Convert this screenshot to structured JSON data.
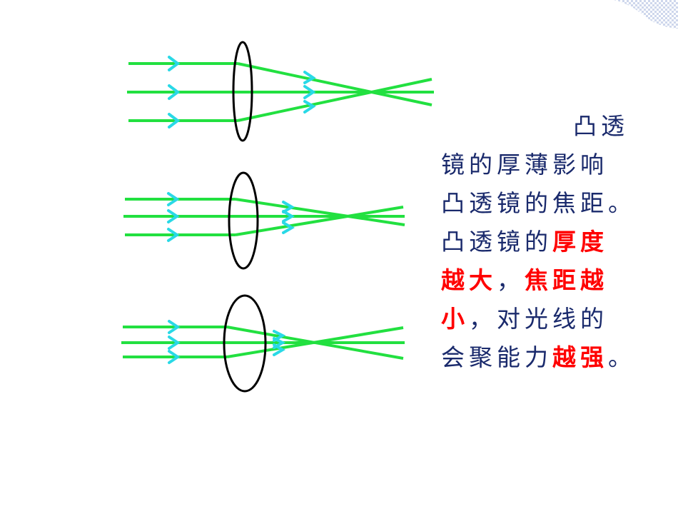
{
  "colors": {
    "ray": "#22e040",
    "arrow": "#29d9e6",
    "lens": "#000000",
    "text": "#1a2a6c",
    "highlight": "#ff0000"
  },
  "text": {
    "line1": "凸透",
    "line2": "镜的厚薄影响",
    "line3": "凸透镜的焦距。",
    "line4a": "凸透镜的",
    "line4b": "厚度",
    "line5a": "越大",
    "line5b": "，",
    "line5c": "焦距越",
    "line6a": "小",
    "line6b": "，对光线的",
    "line7a": "会聚能力",
    "line7b": "越强",
    "line7c": "。"
  },
  "lenses": [
    {
      "name": "thin",
      "thickness": "thin"
    },
    {
      "name": "medium",
      "thickness": "medium"
    },
    {
      "name": "thick",
      "thickness": "thick"
    }
  ]
}
